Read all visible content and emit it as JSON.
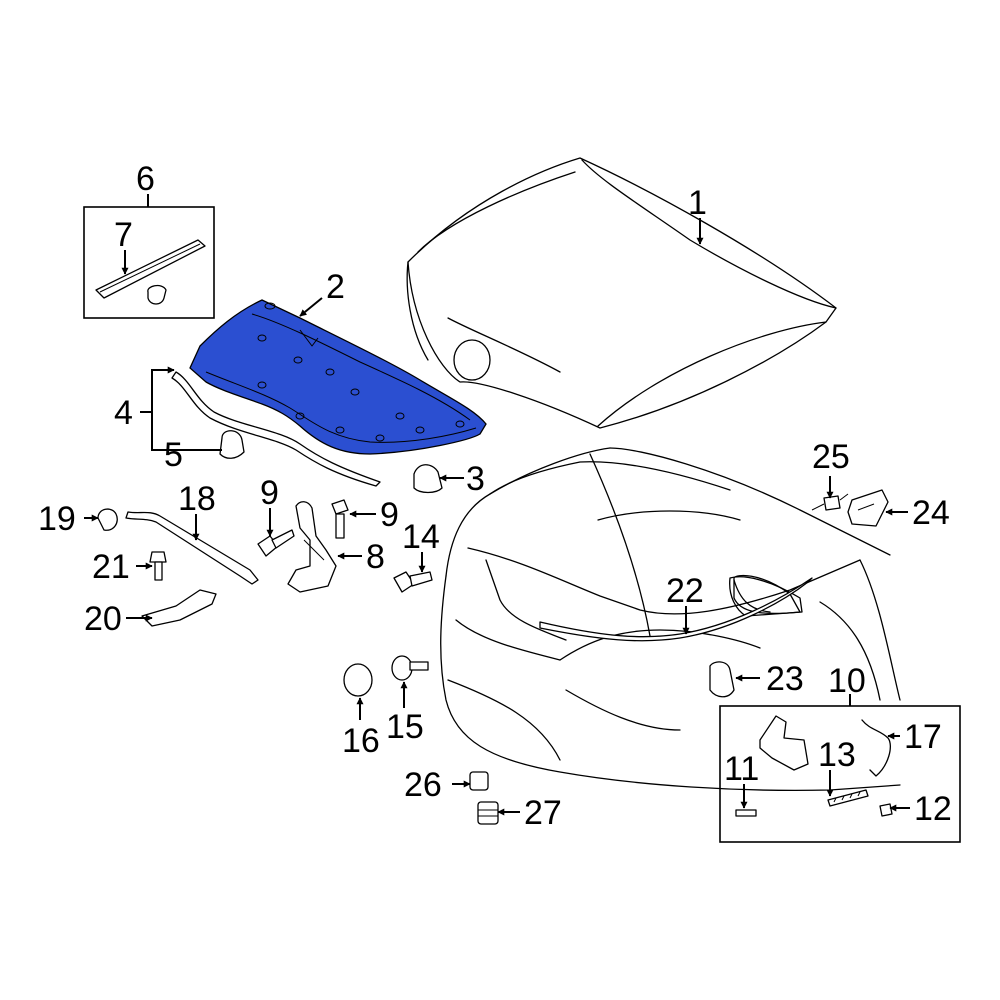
{
  "highlight_color": "#2b4fd1",
  "labels": {
    "l1": "1",
    "l2": "2",
    "l3": "3",
    "l4": "4",
    "l5": "5",
    "l6": "6",
    "l7": "7",
    "l8": "8",
    "l9a": "9",
    "l9b": "9",
    "l10": "10",
    "l11": "11",
    "l12": "12",
    "l13": "13",
    "l14": "14",
    "l15": "15",
    "l16": "16",
    "l17": "17",
    "l18": "18",
    "l19": "19",
    "l20": "20",
    "l21": "21",
    "l22": "22",
    "l23": "23",
    "l24": "24",
    "l25": "25",
    "l26": "26",
    "l27": "27"
  }
}
